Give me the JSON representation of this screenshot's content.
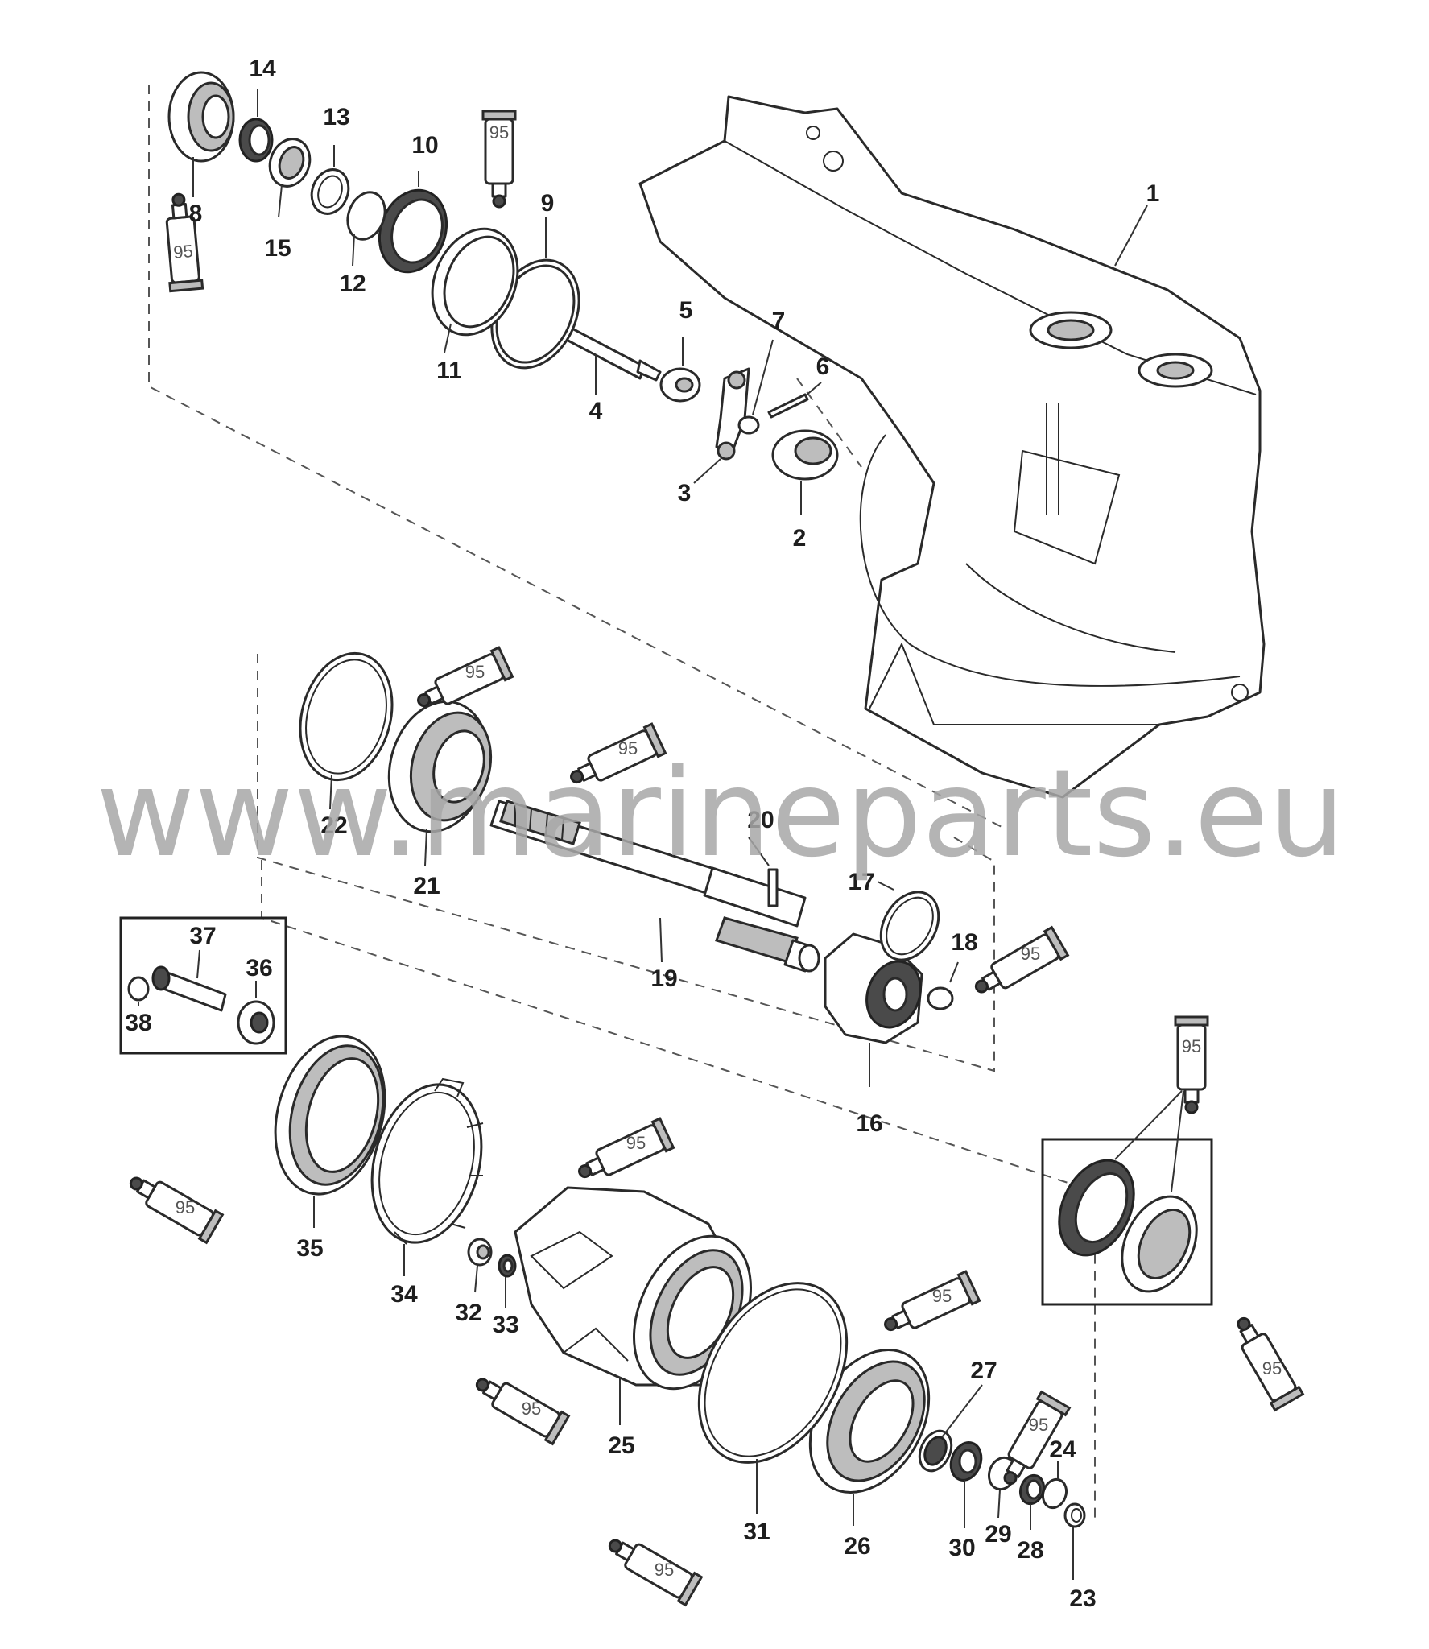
{
  "watermark": "www.marineparts.eu",
  "sealant_label": "95",
  "callouts": [
    {
      "id": "1",
      "text": "1"
    },
    {
      "id": "2",
      "text": "2"
    },
    {
      "id": "3",
      "text": "3"
    },
    {
      "id": "4",
      "text": "4"
    },
    {
      "id": "5",
      "text": "5"
    },
    {
      "id": "6",
      "text": "6"
    },
    {
      "id": "7",
      "text": "7"
    },
    {
      "id": "8",
      "text": "8"
    },
    {
      "id": "9",
      "text": "9"
    },
    {
      "id": "10",
      "text": "10"
    },
    {
      "id": "11",
      "text": "11"
    },
    {
      "id": "12",
      "text": "12"
    },
    {
      "id": "13",
      "text": "13"
    },
    {
      "id": "14",
      "text": "14"
    },
    {
      "id": "15",
      "text": "15"
    },
    {
      "id": "16",
      "text": "16"
    },
    {
      "id": "17",
      "text": "17"
    },
    {
      "id": "18",
      "text": "18"
    },
    {
      "id": "19",
      "text": "19"
    },
    {
      "id": "20",
      "text": "20"
    },
    {
      "id": "21",
      "text": "21"
    },
    {
      "id": "22",
      "text": "22"
    },
    {
      "id": "23",
      "text": "23"
    },
    {
      "id": "24",
      "text": "24"
    },
    {
      "id": "25",
      "text": "25"
    },
    {
      "id": "26",
      "text": "26"
    },
    {
      "id": "27",
      "text": "27"
    },
    {
      "id": "28",
      "text": "28"
    },
    {
      "id": "29",
      "text": "29"
    },
    {
      "id": "30",
      "text": "30"
    },
    {
      "id": "31",
      "text": "31"
    },
    {
      "id": "32",
      "text": "32"
    },
    {
      "id": "33",
      "text": "33"
    },
    {
      "id": "34",
      "text": "34"
    },
    {
      "id": "35",
      "text": "35"
    },
    {
      "id": "36",
      "text": "36"
    },
    {
      "id": "37",
      "text": "37"
    },
    {
      "id": "38",
      "text": "38"
    }
  ]
}
